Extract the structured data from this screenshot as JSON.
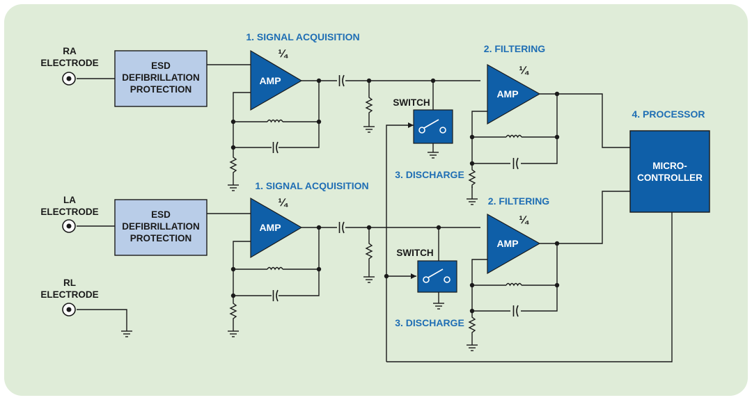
{
  "colors": {
    "panel_bg": "#dfecd8",
    "stage_label": "#1f6eb4",
    "amp_fill": "#0f5fa8",
    "esd_fill": "#b9cde8",
    "wire": "#1a1a1a"
  },
  "electrodes": {
    "ra": [
      "RA",
      "ELECTRODE"
    ],
    "la": [
      "LA",
      "ELECTRODE"
    ],
    "rl": [
      "RL",
      "ELECTRODE"
    ]
  },
  "esd_block": [
    "ESD",
    "DEFIBRILLATION",
    "PROTECTION"
  ],
  "amp_label": "AMP",
  "quarter_label": "¼",
  "switch_label": "SWITCH",
  "stages": {
    "signal_acquisition": "1. SIGNAL ACQUISITION",
    "filtering": "2. FILTERING",
    "discharge": "3. DISCHARGE",
    "processor": "4. PROCESSOR"
  },
  "microcontroller": [
    "MICRO-",
    "CONTROLLER"
  ]
}
